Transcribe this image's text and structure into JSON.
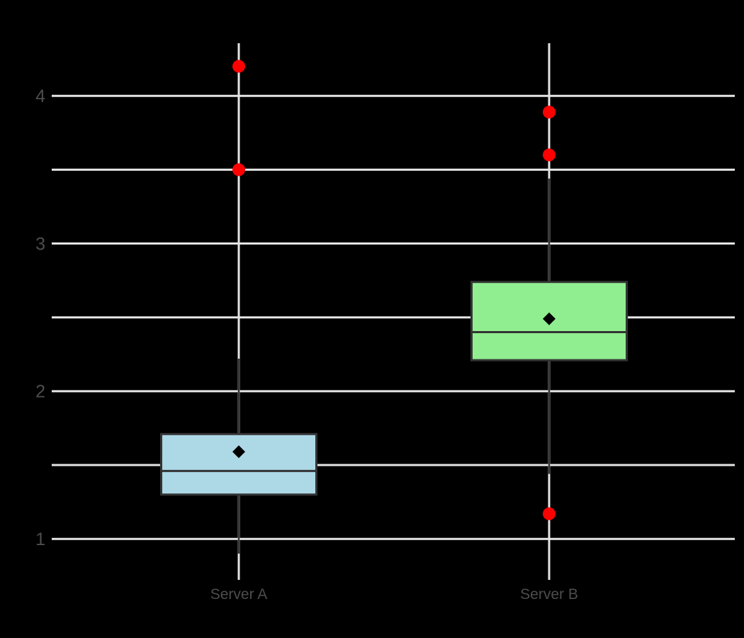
{
  "canvas": {
    "background_color": "#000000"
  },
  "chart_data": {
    "type": "box",
    "categories": [
      "Server A",
      "Server B"
    ],
    "series": [
      {
        "name": "Server A",
        "box_fill": "#ADD8E6",
        "whisker_low": 0.9,
        "q1": 1.3,
        "median": 1.46,
        "q3": 1.71,
        "whisker_high": 2.22,
        "mean": 1.59,
        "outliers": [
          3.5,
          4.2
        ]
      },
      {
        "name": "Server B",
        "box_fill": "#90EE90",
        "whisker_low": 1.44,
        "q1": 2.21,
        "median": 2.4,
        "q3": 2.74,
        "whisker_high": 3.44,
        "mean": 2.49,
        "outliers": [
          1.17,
          3.6,
          3.89
        ]
      }
    ],
    "y_ticks": [
      1,
      2,
      3,
      4
    ],
    "gridline_values": [
      1,
      1.5,
      2,
      2.5,
      3,
      3.5,
      4
    ],
    "ylim": [
      0.72,
      4.36
    ],
    "grid": true,
    "legend_position": "none",
    "colors": {
      "outlier": "#FF0000",
      "box_border": "#333333",
      "median_line": "#333333",
      "whisker": "#333333",
      "mean_marker": "#000000",
      "gridline": "#E5E5E5",
      "category_line": "#E5E5E5",
      "axis_label": "#4D4D4D"
    }
  }
}
